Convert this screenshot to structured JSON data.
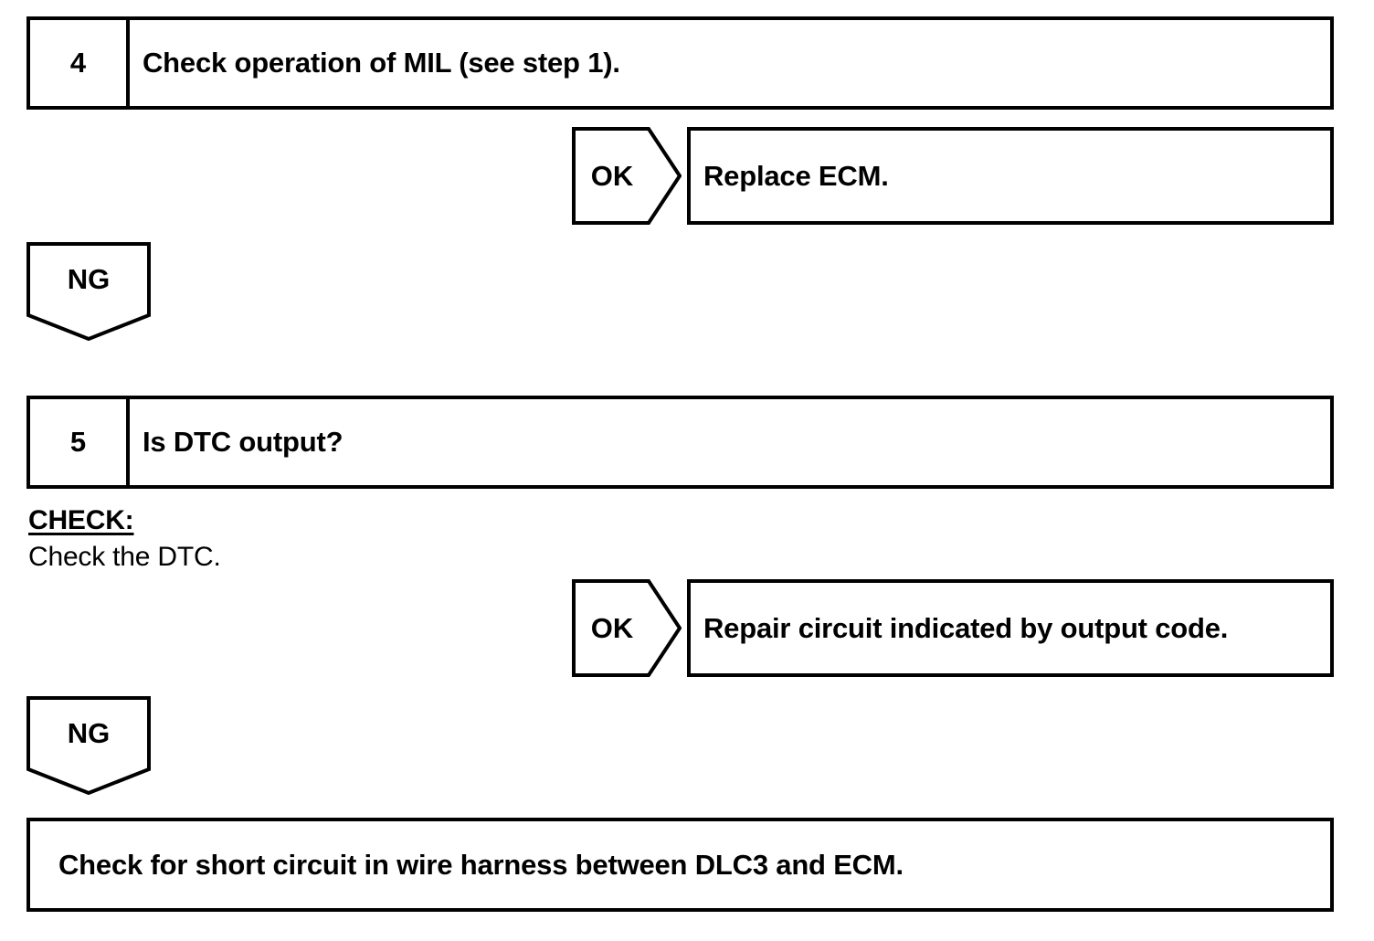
{
  "document": {
    "type": "troubleshooting-flowchart",
    "line_color": "#000000",
    "background_color": "#ffffff"
  },
  "steps": [
    {
      "number": "4",
      "text": "Check operation of MIL (see step 1)."
    },
    {
      "number": "5",
      "text": "Is DTC output?"
    }
  ],
  "check_note": {
    "heading": "CHECK:",
    "body": "Check the DTC."
  },
  "branches": [
    {
      "label": "OK",
      "result": "Replace ECM."
    },
    {
      "label": "OK",
      "result": "Repair circuit indicated by output code."
    }
  ],
  "ng_markers": [
    {
      "label": "NG"
    },
    {
      "label": "NG"
    }
  ],
  "final_action": {
    "text": "Check for short circuit in wire harness between DLC3 and ECM."
  }
}
